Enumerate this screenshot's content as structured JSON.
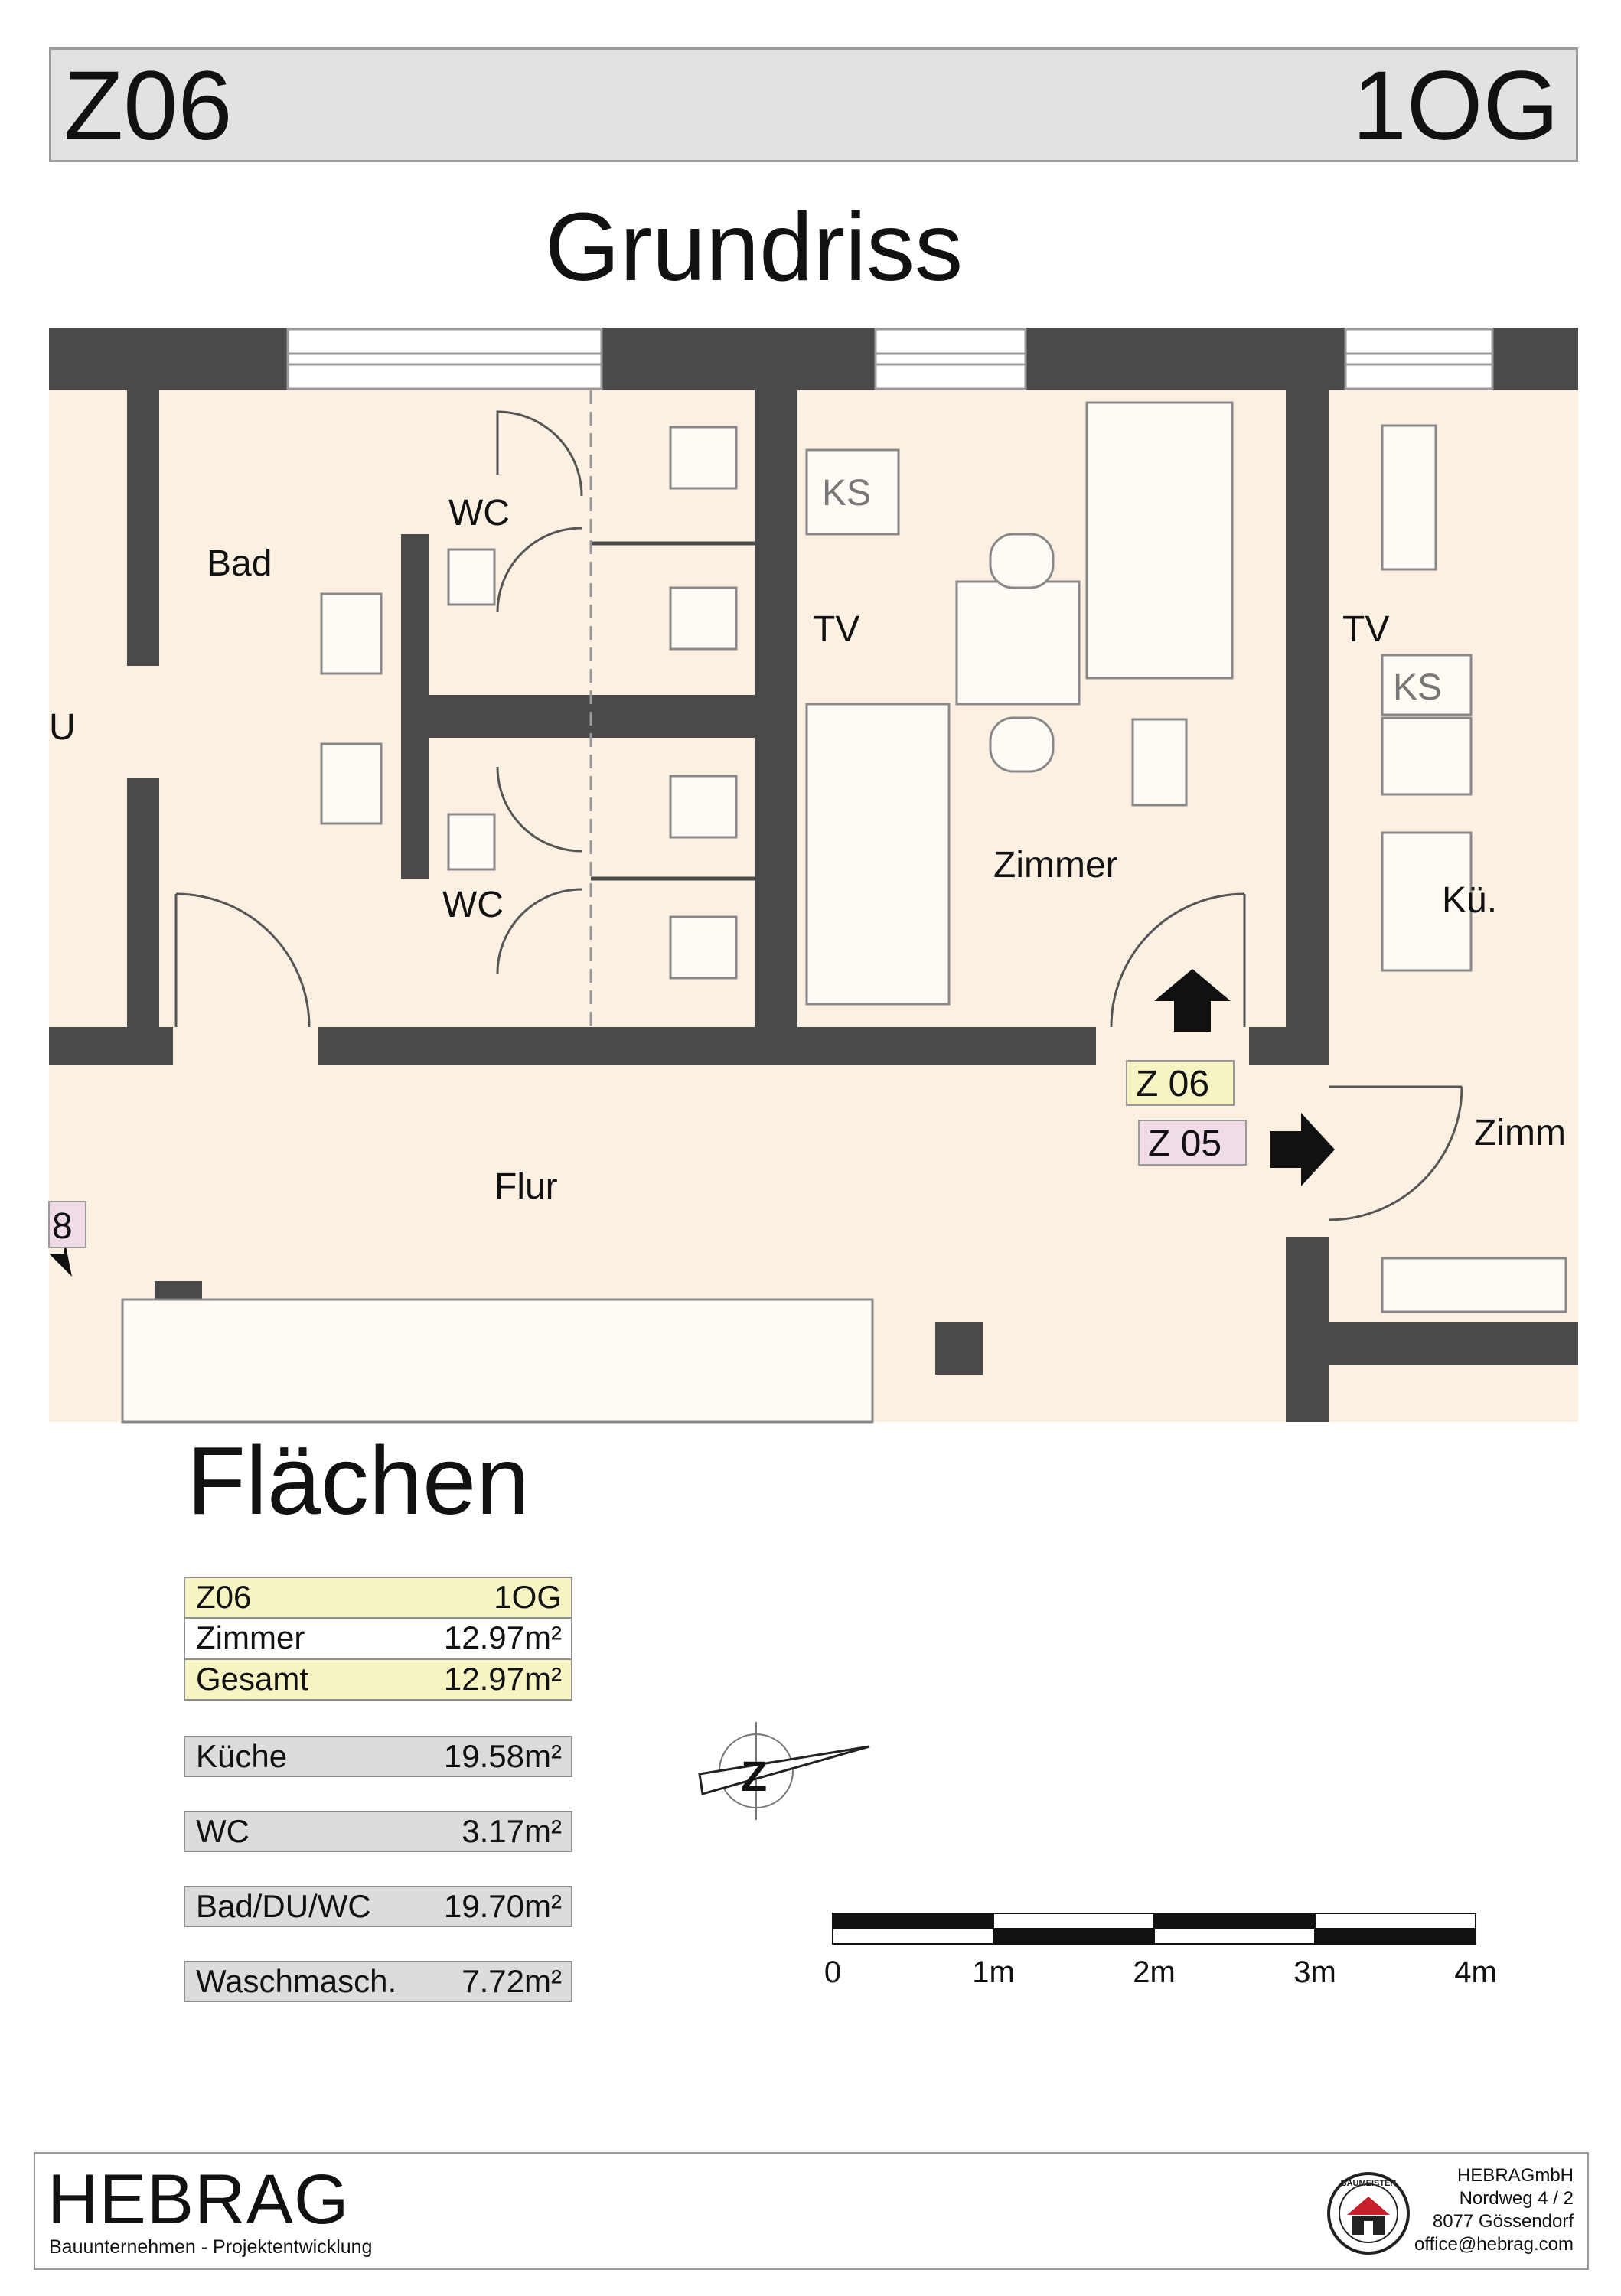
{
  "header": {
    "unit": "Z06",
    "floor": "1OG"
  },
  "sections": {
    "plan_title": "Grundriss",
    "areas_title": "Flächen"
  },
  "plan_labels": {
    "bad": "Bad",
    "wc_top": "WC",
    "wc_bottom": "WC",
    "du": "U",
    "ks_left": "KS",
    "tv_left": "TV",
    "zimmer": "Zimmer",
    "tv_right": "TV",
    "ks_right": "KS",
    "kueche": "Kü.",
    "flur": "Flur",
    "zimmer_right": "Zimm",
    "tag_z06": "Z 06",
    "tag_z05": "Z 05",
    "tag_8": "8"
  },
  "unit_summary": [
    {
      "label": "Z06",
      "value": "1OG"
    },
    {
      "label": "Zimmer",
      "value": "12.97m²"
    },
    {
      "label": "Gesamt",
      "value": "12.97m²"
    }
  ],
  "shared_areas": [
    {
      "label": "Küche",
      "value": "19.58m²"
    },
    {
      "label": "WC",
      "value": "3.17m²"
    },
    {
      "label": "Bad/DU/WC",
      "value": "19.70m²"
    },
    {
      "label": "Waschmasch.",
      "value": "7.72m²"
    }
  ],
  "compass": {
    "letter": "Z"
  },
  "scale_bar": {
    "ticks": [
      "0",
      "1m",
      "2m",
      "3m",
      "4m"
    ]
  },
  "footer": {
    "logo": "HEBRAG",
    "tagline": "Bauunternehmen - Projektentwicklung",
    "badge_text": "BAUMEISTER",
    "address_lines": [
      "HEBRAGmbH",
      "Nordweg 4 / 2",
      "8077 Gössendorf",
      "office@hebrag.com"
    ]
  },
  "colors": {
    "floor": "#fcf0e2",
    "wall": "#4a4a4a",
    "tag_yellow": "#f7f4c4",
    "tag_pink": "#f2dbe8",
    "row_grey": "#dcdcdc"
  }
}
